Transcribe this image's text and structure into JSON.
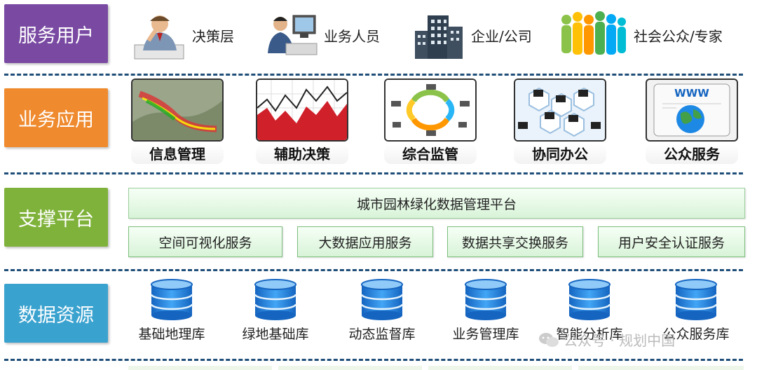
{
  "layers": {
    "service_users": {
      "label": "服务用户",
      "color": "#7a4aa3"
    },
    "business_apps": {
      "label": "业务应用",
      "color": "#ef8a2e"
    },
    "support_platform": {
      "label": "支撑平台",
      "color": "#7fb23a"
    },
    "data_resources": {
      "label": "数据资源",
      "color": "#3aa2cf"
    }
  },
  "users": [
    {
      "label": "决策层",
      "icon": "decision-maker-icon"
    },
    {
      "label": "业务人员",
      "icon": "staff-at-computer-icon"
    },
    {
      "label": "企业/公司",
      "icon": "office-building-icon"
    },
    {
      "label": "社会公众/专家",
      "icon": "crowd-icon"
    }
  ],
  "apps": [
    {
      "label": "信息管理",
      "icon": "map-thumbnail-icon"
    },
    {
      "label": "辅助决策",
      "icon": "chart-thumbnail-icon"
    },
    {
      "label": "综合监管",
      "icon": "cycle-thumbnail-icon"
    },
    {
      "label": "协同办公",
      "icon": "network-thumbnail-icon"
    },
    {
      "label": "公众服务",
      "icon": "www-globe-icon"
    }
  ],
  "platform": {
    "title": "城市园林绿化数据管理平台",
    "services": [
      "空间可视化服务",
      "大数据应用服务",
      "数据共享交换服务",
      "用户安全认证服务"
    ]
  },
  "databases": [
    "基础地理库",
    "绿地基础库",
    "动态监督库",
    "业务管理库",
    "智能分析库",
    "公众服务库"
  ],
  "watermark": {
    "text": "公众号 · 规划中国",
    "icon": "wechat-icon"
  }
}
